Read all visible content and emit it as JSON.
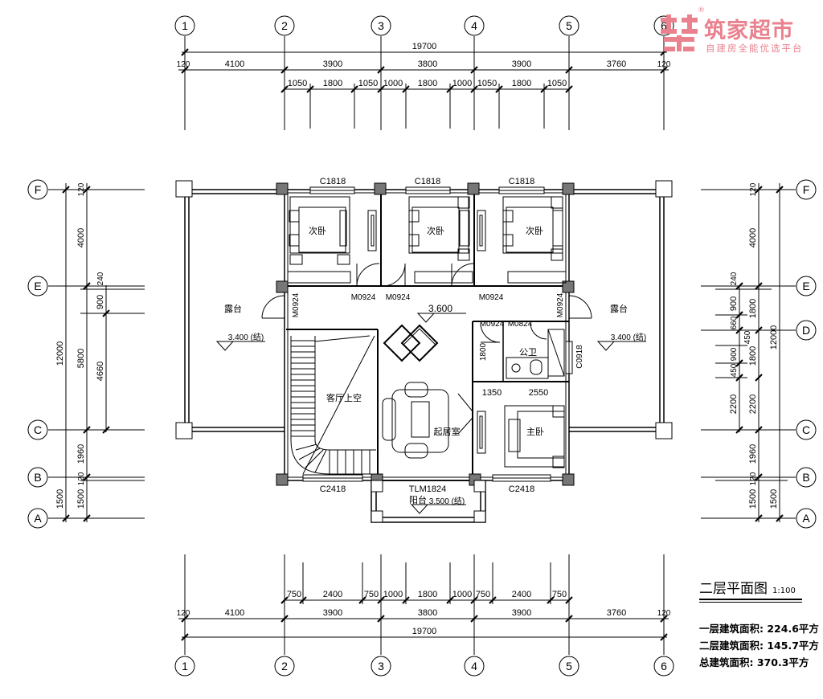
{
  "brand": {
    "name": "筑家超市",
    "slogan": "自建房全能优选平台",
    "reg": "®"
  },
  "axes": {
    "x": [
      "①",
      "②",
      "③",
      "④",
      "⑤",
      "⑥"
    ],
    "y": [
      "Ⓕ",
      "Ⓔ",
      "Ⓓ",
      "Ⓒ",
      "Ⓑ",
      "Ⓐ"
    ],
    "x_plain": [
      "1",
      "2",
      "3",
      "4",
      "5",
      "6"
    ],
    "y_plain": [
      "F",
      "E",
      "D",
      "C",
      "B",
      "A"
    ]
  },
  "dims": {
    "top_total": "19700",
    "top_main": [
      "120",
      "4100",
      "3900",
      "3800",
      "3900",
      "3760",
      "120"
    ],
    "top_detail": [
      "1050",
      "1800",
      "1050",
      "1000",
      "1800",
      "1000",
      "1050",
      "1800",
      "1050"
    ],
    "bottom_total": "19700",
    "bottom_main": [
      "120",
      "4100",
      "3900",
      "3800",
      "3900",
      "3760",
      "120"
    ],
    "bottom_detail": [
      "750",
      "2400",
      "750",
      "1000",
      "1800",
      "1000",
      "750",
      "2400",
      "750"
    ],
    "left_total": "12000",
    "left_main": [
      "120",
      "4000",
      "240",
      "5800",
      "1960",
      "120",
      "1500"
    ],
    "left_sub": [
      "900",
      "4660"
    ],
    "right_total": "12000",
    "right_main": [
      "120",
      "4000",
      "240",
      "1800",
      "1800",
      "2200",
      "1960",
      "120",
      "1500"
    ],
    "right_sub": [
      "900",
      "660",
      "450",
      "900",
      "450",
      "2200"
    ],
    "room_dims": [
      "1800",
      "1350",
      "2550"
    ]
  },
  "labels": {
    "windows_top": [
      "C1818",
      "C1818",
      "C1818"
    ],
    "windows_bottom": [
      "C2418",
      "TLM1824",
      "C2418"
    ],
    "doors": [
      "M0924",
      "M0924",
      "M0924",
      "M0924",
      "M0924",
      "M0924",
      "M0824",
      "C0918"
    ],
    "rooms": {
      "bed1": "次卧",
      "bed2": "次卧",
      "bed3": "次卧",
      "terrace_l": "露台",
      "terrace_r": "露台",
      "void": "客厅上空",
      "family": "起居室",
      "master": "主卧",
      "wc": "公卫",
      "balcony": "阳台"
    },
    "levels": {
      "center": "3.600",
      "left": "3.400 (结)",
      "right": "3.400 (结)",
      "balcony": "3.500 (结)"
    }
  },
  "title": {
    "name": "二层平面图",
    "scale": "1:100"
  },
  "areas": [
    "一层建筑面积: 224.6平方",
    "二层建筑面积: 145.7平方",
    "总建筑面积: 370.3平方"
  ],
  "colors": {
    "line": "#000000",
    "brand": "#e9828e"
  }
}
